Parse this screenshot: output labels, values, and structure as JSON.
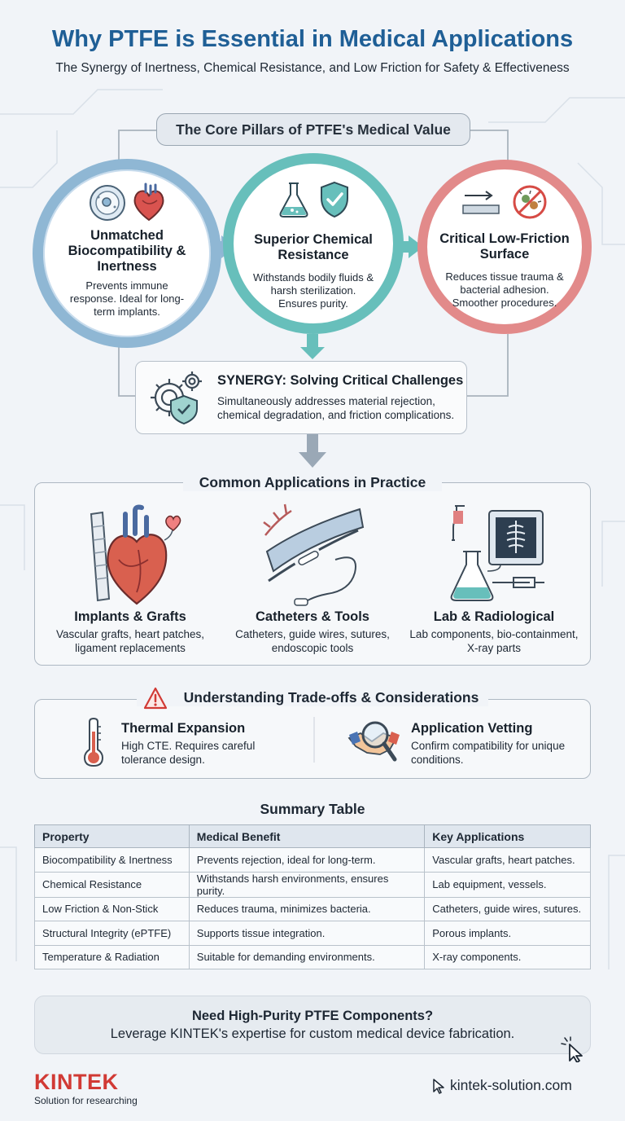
{
  "header": {
    "title": "Why PTFE is Essential in Medical Applications",
    "subtitle": "The Synergy of Inertness, Chemical Resistance, and Low Friction for Safety & Effectiveness"
  },
  "pillars": {
    "heading": "The Core Pillars of PTFE's Medical Value",
    "items": [
      {
        "title": "Unmatched Biocompatibility & Inertness",
        "desc": "Prevents immune response. Ideal for long-term implants.",
        "icons": [
          "cell-icon",
          "heart-icon"
        ],
        "color": "#8fb7d4"
      },
      {
        "title": "Superior Chemical Resistance",
        "desc": "Withstands bodily fluids & harsh sterilization. Ensures purity.",
        "icons": [
          "flask-icon",
          "shield-check-icon"
        ],
        "color": "#67bfbb"
      },
      {
        "title": "Critical Low-Friction Surface",
        "desc": "Reduces tissue trauma & bacterial adhesion. Smoother procedures.",
        "icons": [
          "slide-arrow-icon",
          "no-bacteria-icon"
        ],
        "color": "#e28a8a"
      }
    ]
  },
  "synergy": {
    "title": "SYNERGY: Solving Critical Challenges",
    "desc": "Simultaneously addresses material rejection, chemical degradation, and friction complications."
  },
  "applications": {
    "heading": "Common Applications in Practice",
    "items": [
      {
        "title": "Implants & Grafts",
        "desc": "Vascular grafts, heart patches, ligament replacements"
      },
      {
        "title": "Catheters & Tools",
        "desc": "Catheters, guide wires, sutures, endoscopic tools"
      },
      {
        "title": "Lab & Radiological",
        "desc": "Lab components, bio-containment, X-ray parts"
      }
    ]
  },
  "tradeoffs": {
    "heading": "Understanding Trade-offs & Considerations",
    "items": [
      {
        "title": "Thermal Expansion",
        "desc": "High CTE. Requires careful tolerance design."
      },
      {
        "title": "Application Vetting",
        "desc": "Confirm compatibility for unique conditions."
      }
    ]
  },
  "summary_table": {
    "title": "Summary Table",
    "headers": [
      "Property",
      "Medical Benefit",
      "Key Applications"
    ],
    "rows": [
      [
        "Biocompatibility & Inertness",
        "Prevents rejection, ideal for long-term.",
        "Vascular grafts, heart patches."
      ],
      [
        "Chemical Resistance",
        "Withstands harsh environments, ensures purity.",
        "Lab equipment, vessels."
      ],
      [
        "Low Friction & Non-Stick",
        "Reduces trauma, minimizes bacteria.",
        "Catheters, guide wires, sutures."
      ],
      [
        "Structural Integrity (ePTFE)",
        "Supports tissue integration.",
        "Porous implants."
      ],
      [
        "Temperature & Radiation",
        "Suitable for demanding environments.",
        "X-ray components."
      ]
    ]
  },
  "cta": {
    "title": "Need High-Purity PTFE Components?",
    "desc": "Leverage KINTEK's expertise for custom medical device fabrication."
  },
  "footer": {
    "brand": "KINTEK",
    "tagline": "Solution for researching",
    "url": "kintek-solution.com"
  },
  "colors": {
    "title_blue": "#1f5f96",
    "brand_red": "#d13a35",
    "teal": "#67bfbb",
    "blue": "#8fb7d4",
    "coral": "#e28a8a"
  }
}
